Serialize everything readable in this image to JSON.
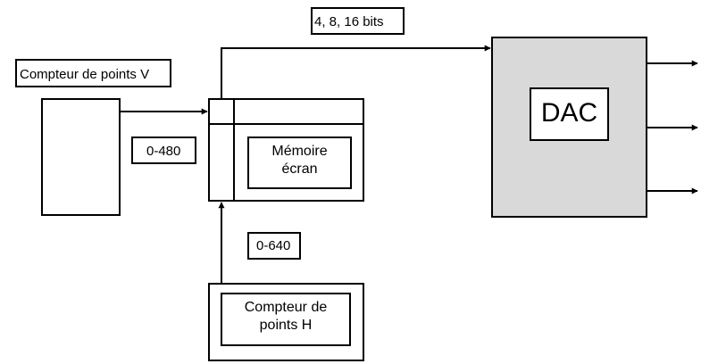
{
  "labels": {
    "bits": "4, 8, 16 bits",
    "counter_v": "Compteur de points V",
    "range_v": "0-480",
    "memory_line1": "Mémoire",
    "memory_line2": "écran",
    "range_h": "0-640",
    "counter_h_line1": "Compteur de",
    "counter_h_line2": "points H",
    "dac": "DAC"
  },
  "colors": {
    "stroke": "#000000",
    "dac_fill": "#d9d9d9",
    "box_fill": "#ffffff"
  }
}
